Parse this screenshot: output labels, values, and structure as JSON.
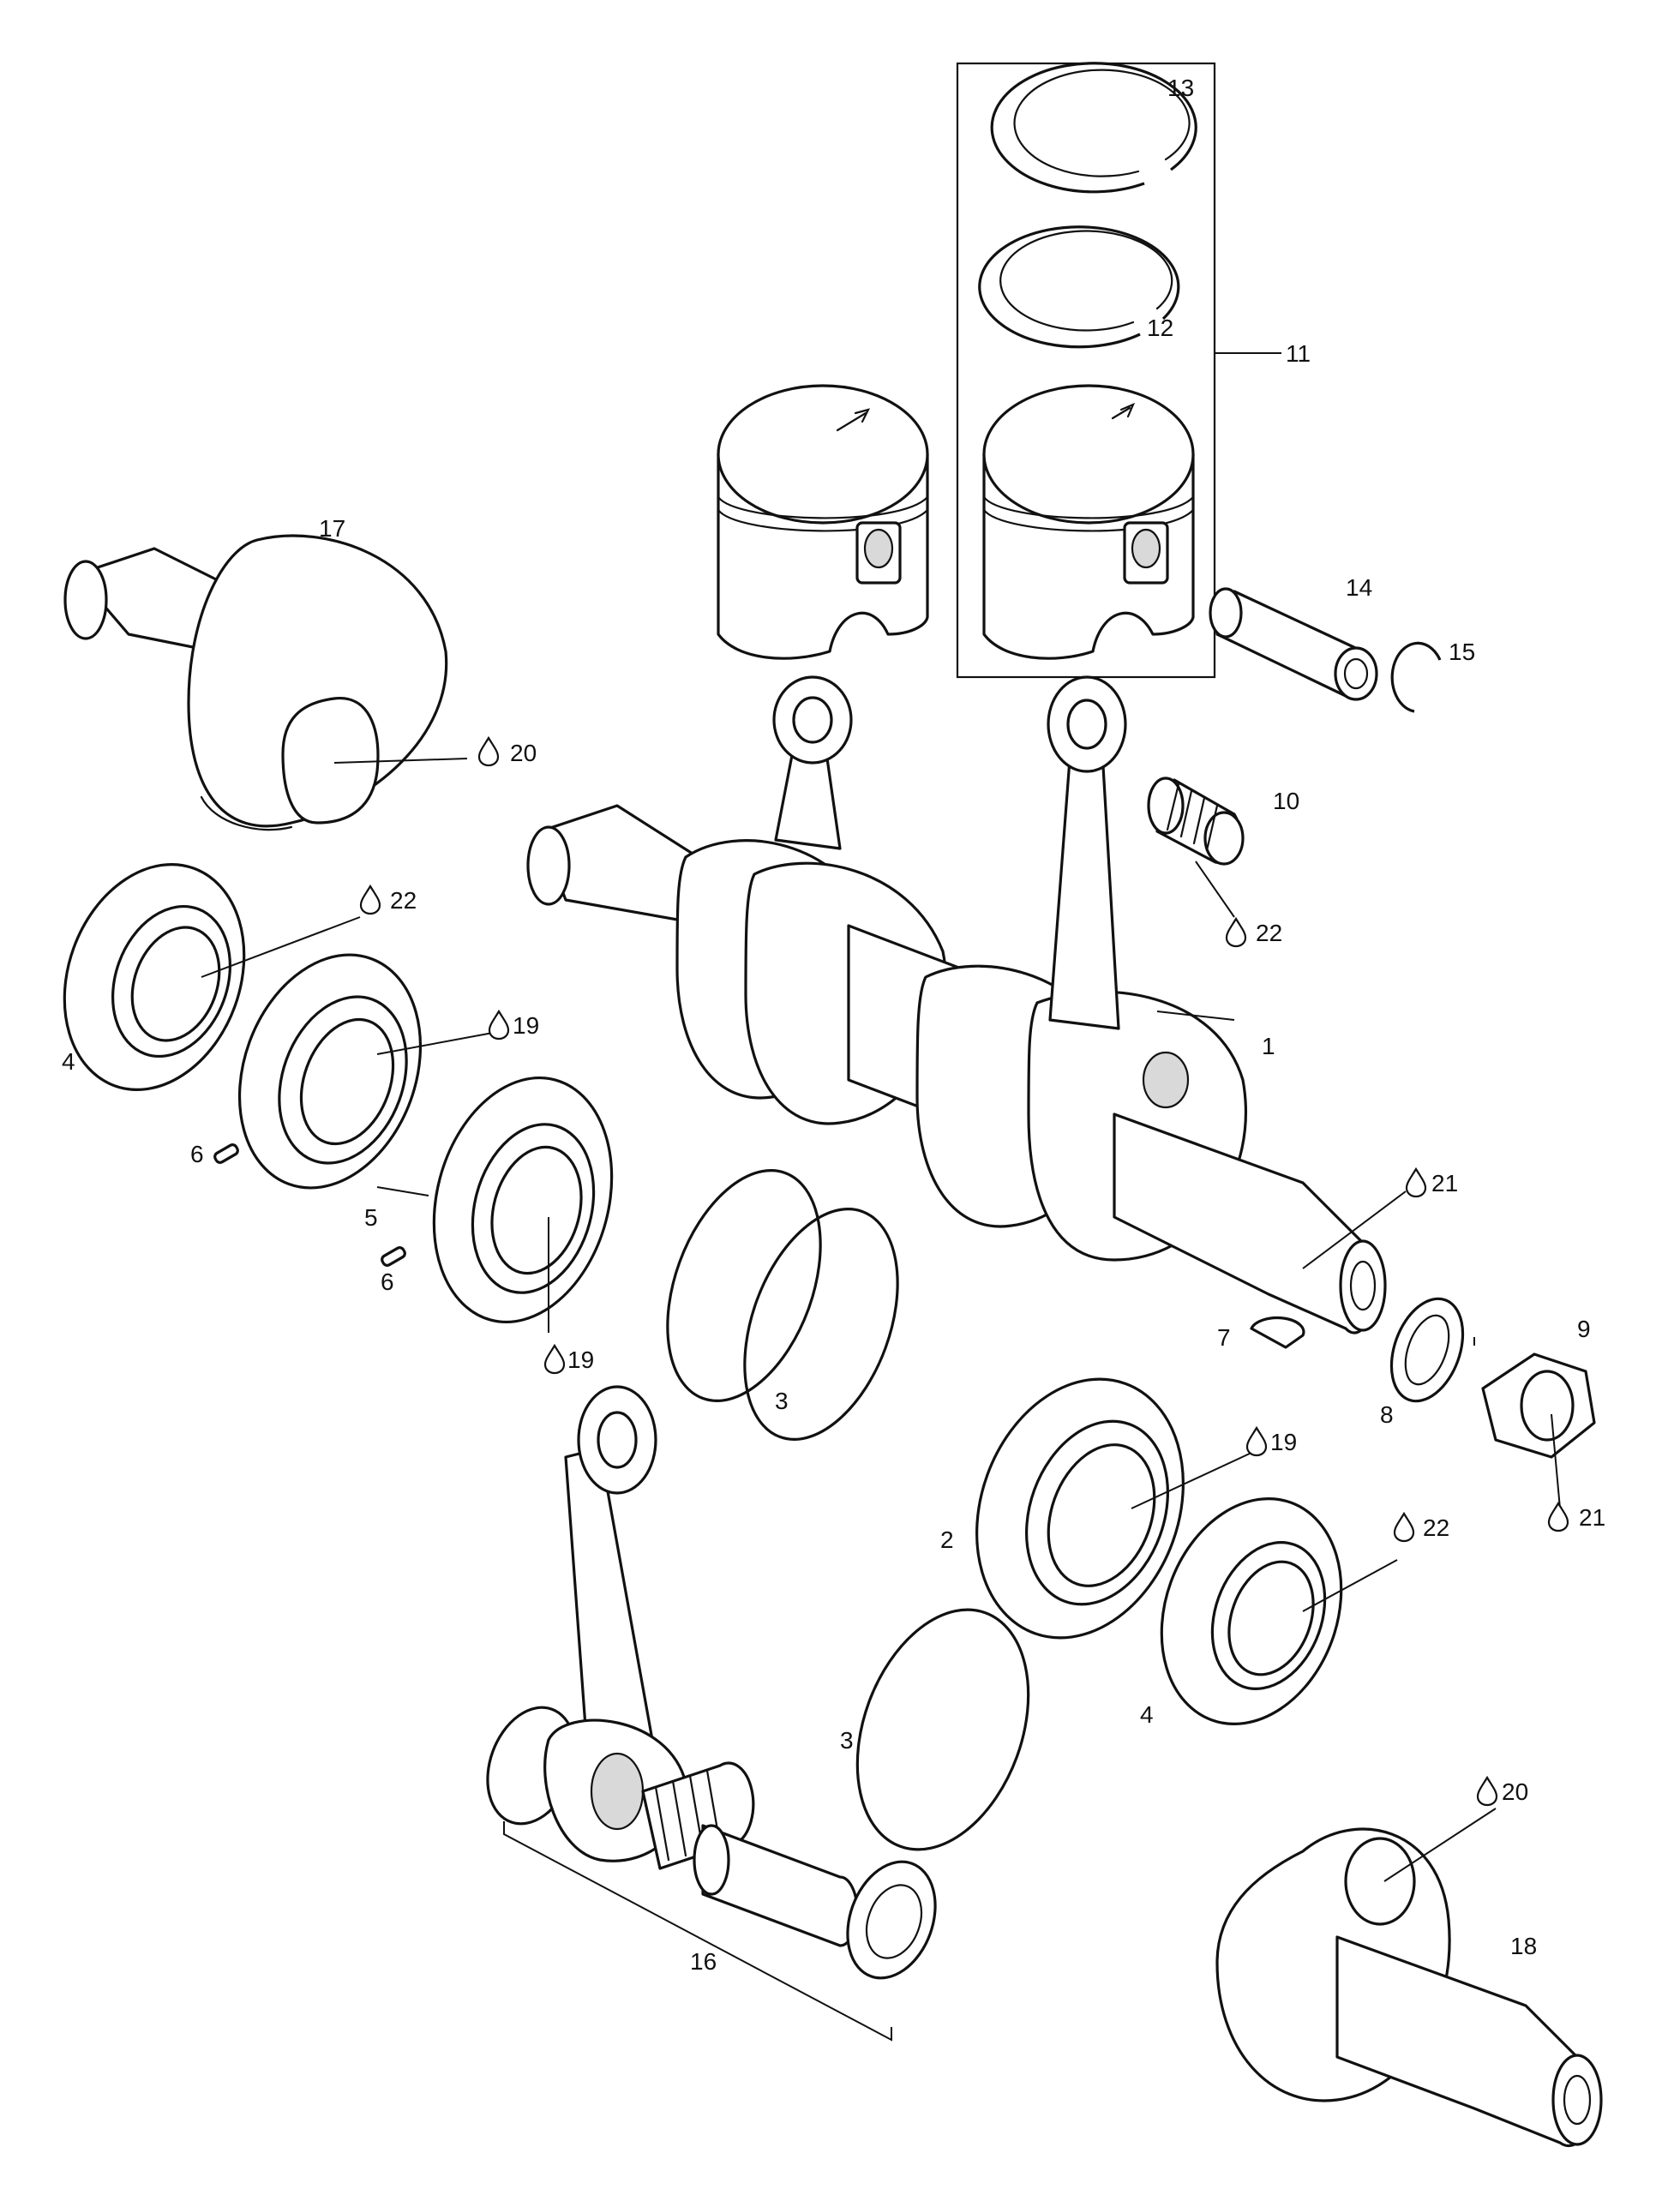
{
  "labels": {
    "p1": "1",
    "p2": "2",
    "p3a": "3",
    "p3b": "3",
    "p4a": "4",
    "p4b": "4",
    "p5": "5",
    "p6a": "6",
    "p6b": "6",
    "p7": "7",
    "p8": "8",
    "p9": "9",
    "p10": "10",
    "p11": "11",
    "p12": "12",
    "p13": "13",
    "p14": "14",
    "p15": "15",
    "p16": "16",
    "p17": "17",
    "p18": "18",
    "p19a": "19",
    "p19b": "19",
    "p19c": "19",
    "p20a": "20",
    "p20b": "20",
    "p21a": "21",
    "p21b": "21",
    "p22a": "22",
    "p22b": "22",
    "p22c": "22"
  },
  "icons": {
    "lubricant": "oil-drop-icon"
  }
}
